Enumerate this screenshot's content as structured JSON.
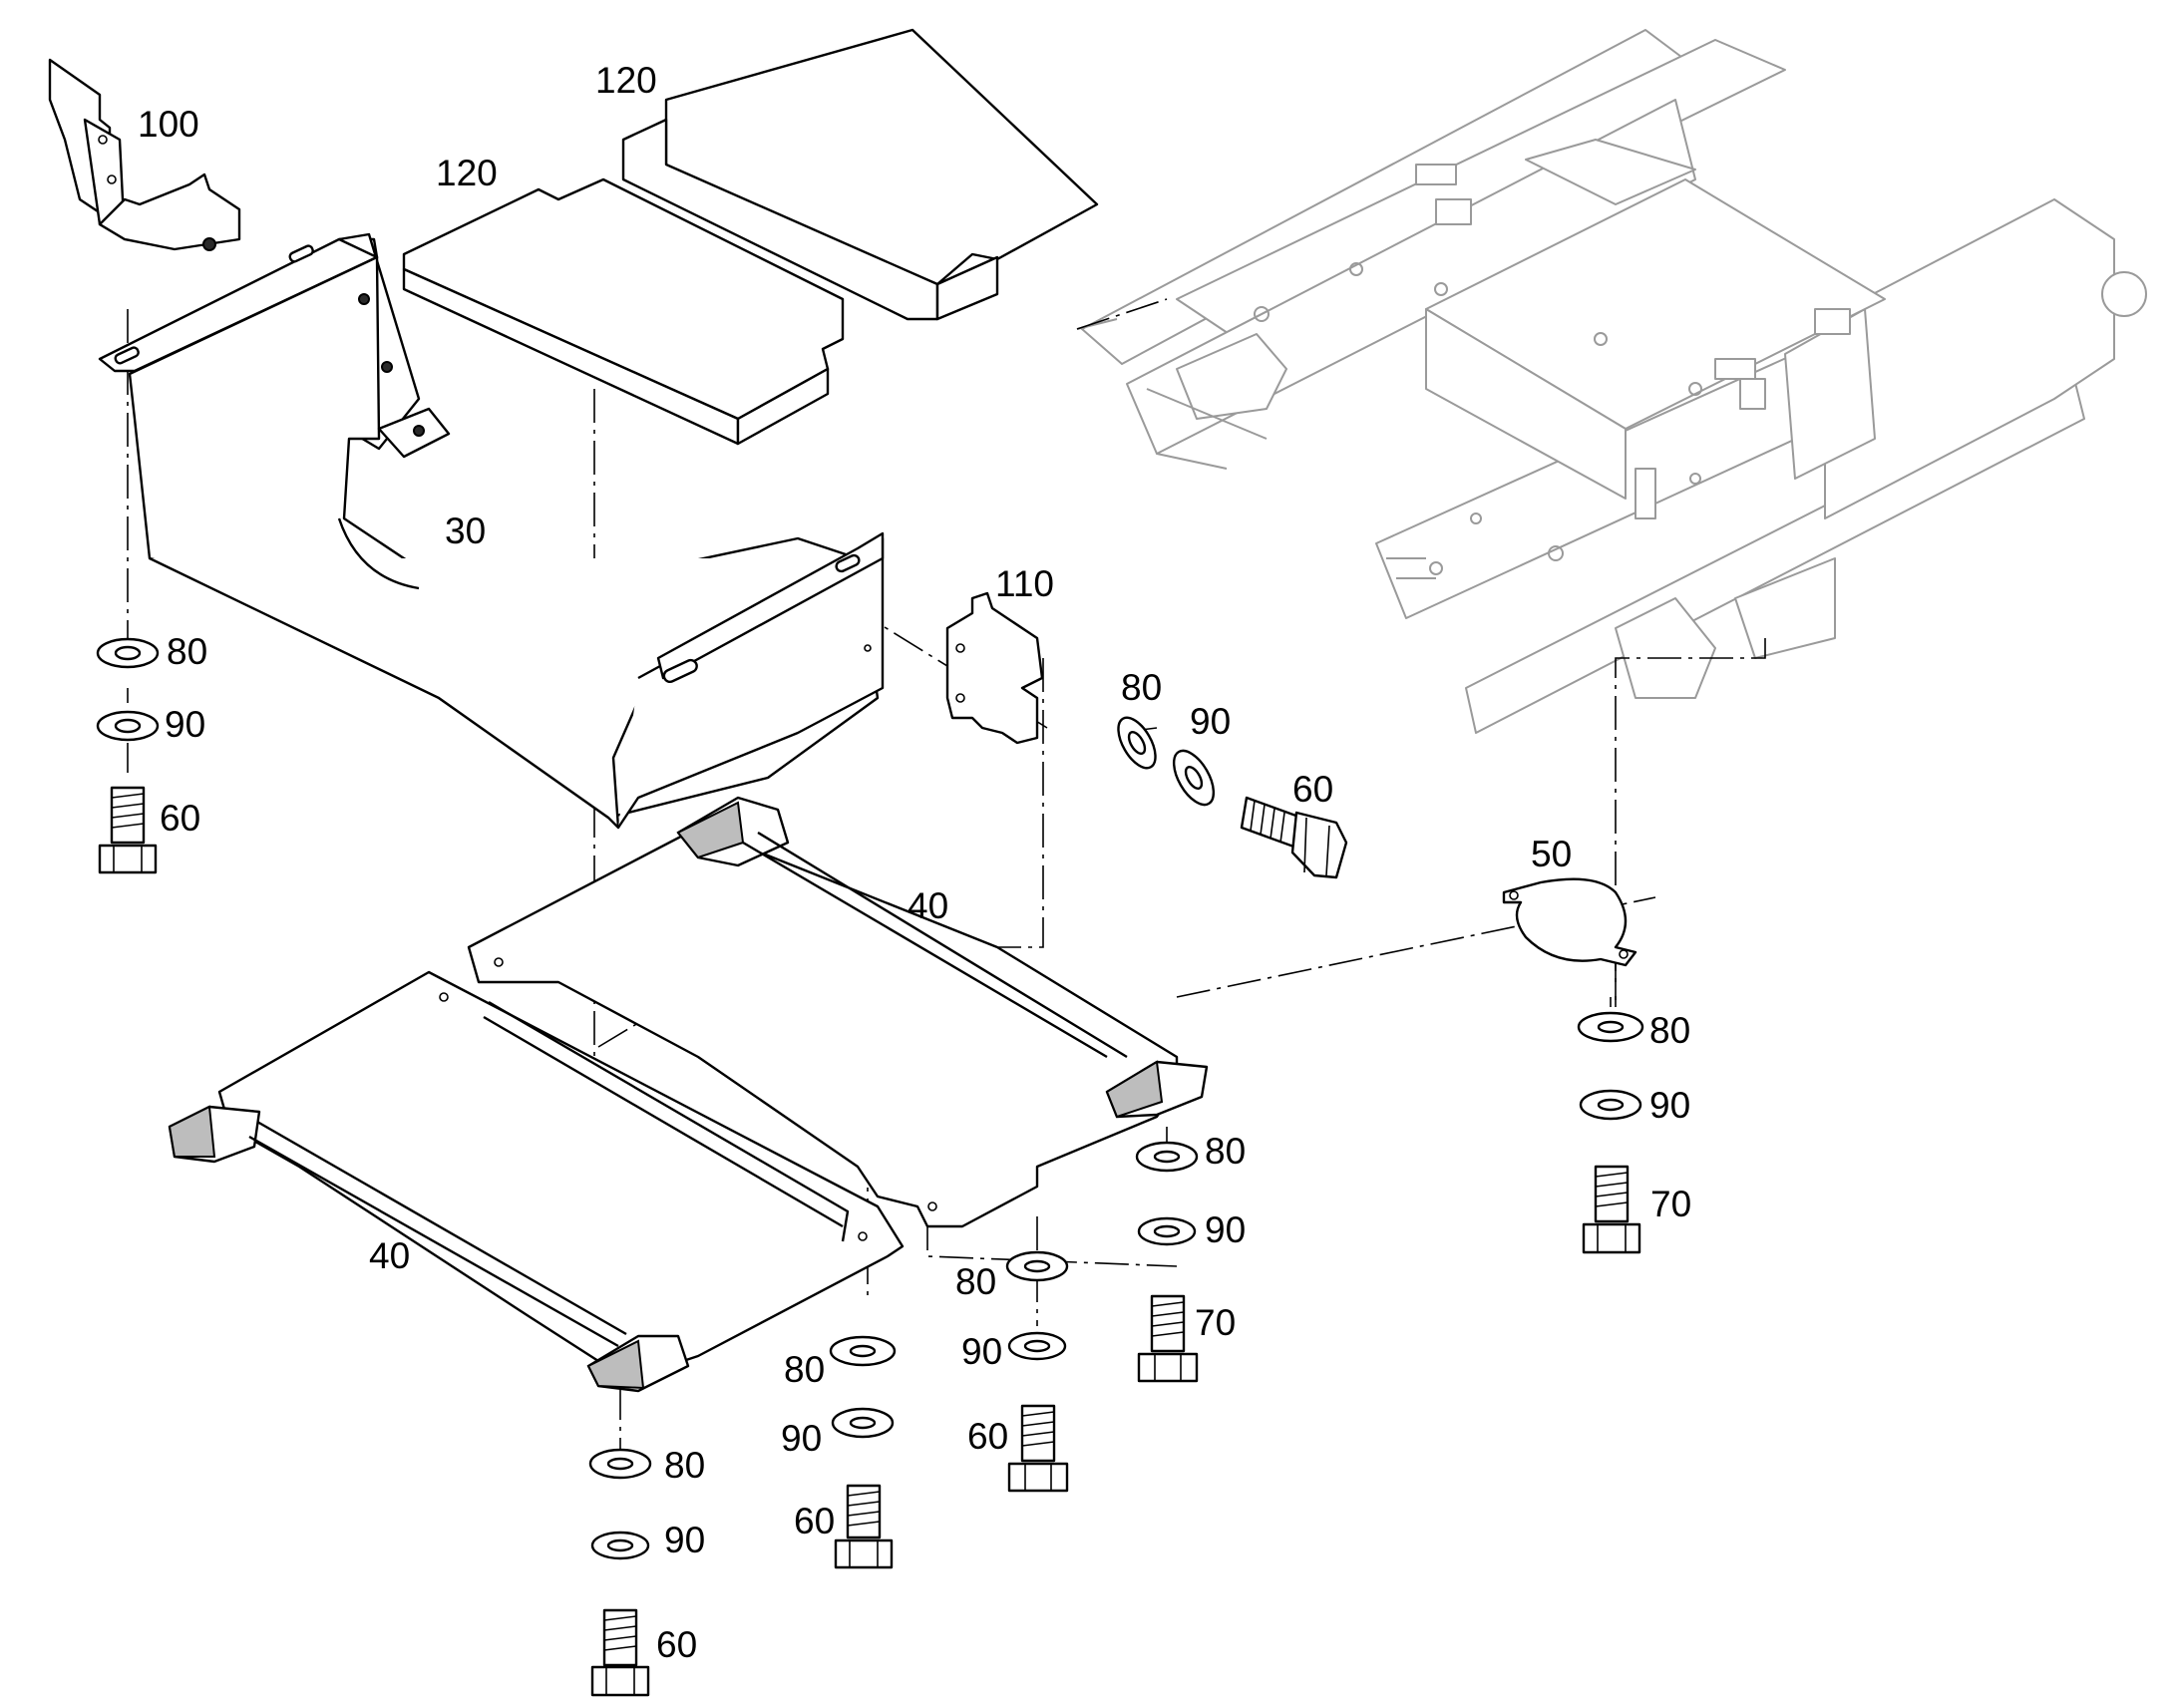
{
  "callouts": {
    "c100": "100",
    "c120a": "120",
    "c120b": "120",
    "c30": "30",
    "c110": "110",
    "c80_l": "80",
    "c90_l": "90",
    "c60_l": "60",
    "c80_m": "80",
    "c90_m": "90",
    "c60_m": "60",
    "c40_r": "40",
    "c50": "50",
    "c80_rr": "80",
    "c90_rr": "90",
    "c70_rr": "70",
    "c80_r": "80",
    "c90_r": "90",
    "c70_r": "70",
    "c40_l": "40",
    "c80_c": "80",
    "c90_c": "90",
    "c60_c": "60",
    "c80_b": "80",
    "c90_b": "90",
    "c60_b": "60",
    "c80_bl": "80",
    "c90_bl": "90",
    "c60_bl": "60"
  }
}
